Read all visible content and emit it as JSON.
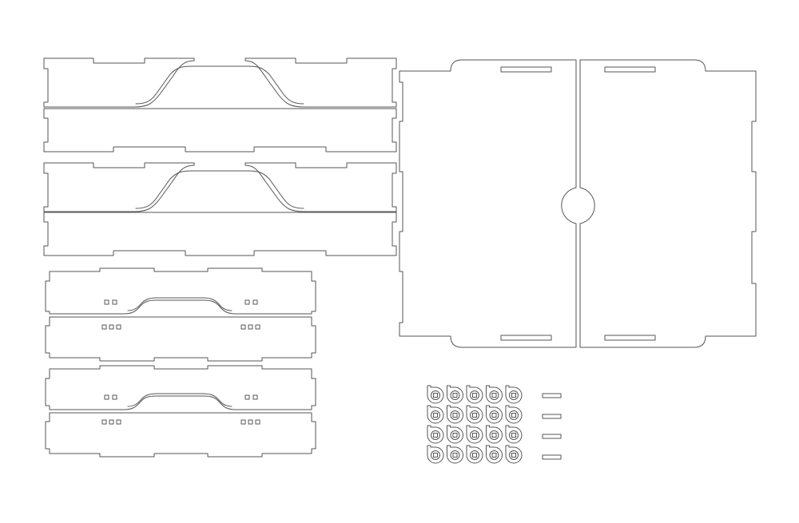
{
  "drawing": {
    "stroke_color": "#555555",
    "background_color": "#ffffff",
    "parts": [
      {
        "name": "long-side-panel",
        "count": 4
      },
      {
        "name": "short-side-panel",
        "count": 4
      },
      {
        "name": "base-plate-half",
        "count": 2
      },
      {
        "name": "spool-clip",
        "count": 20
      },
      {
        "name": "small-bar",
        "count": 4
      }
    ]
  }
}
